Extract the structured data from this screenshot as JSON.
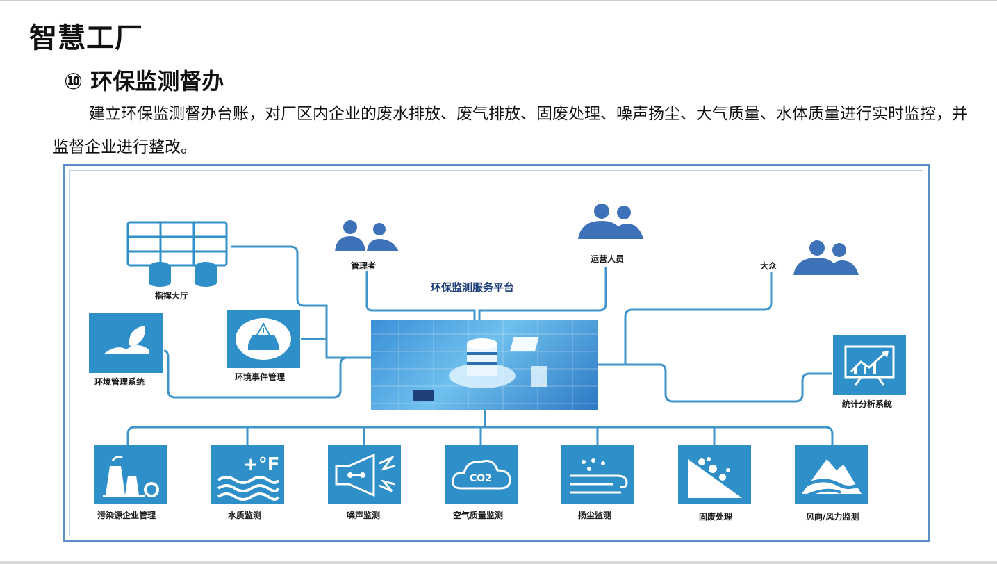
{
  "header": {
    "title": "智慧工厂",
    "section": "⑩ 环保监测督办",
    "paragraph": "建立环保监测督办台账，对厂区内企业的废水排放、废气排放、固废处理、噪声扬尘、大气质量、水体质量进行实时监控，并监督企业进行整改。"
  },
  "diagram": {
    "platform": "环保监测服务平台",
    "people": {
      "manager": "管理者",
      "operator": "运营人员",
      "public": "大众"
    },
    "left": {
      "command_hall": "指挥大厅",
      "env_mgmt": "环境管理系统",
      "env_event": "环境事件管理"
    },
    "right": {
      "stats": "统计分析系统"
    },
    "bottom": [
      {
        "label": "污染源企业管理",
        "icon": "factory-icon"
      },
      {
        "label": "水质监测",
        "icon": "water-temp-icon"
      },
      {
        "label": "噪声监测",
        "icon": "speaker-icon"
      },
      {
        "label": "空气质量监测",
        "icon": "co2-cloud-icon",
        "text": "CO2"
      },
      {
        "label": "扬尘监测",
        "icon": "dust-icon"
      },
      {
        "label": "固废处理",
        "icon": "landslide-icon"
      },
      {
        "label": "风向/风力监测",
        "icon": "wind-icon"
      }
    ],
    "colors": {
      "tile": "#2f8fc8",
      "line": "#3f94c9",
      "person": "#3d72b8"
    }
  }
}
